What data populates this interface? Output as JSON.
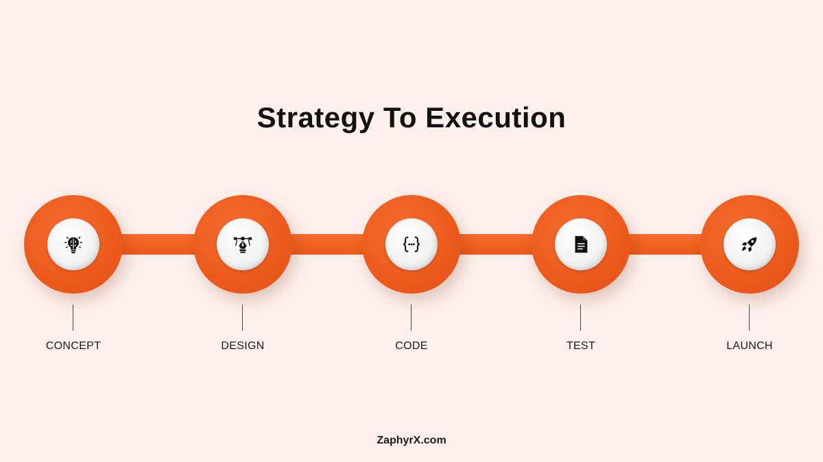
{
  "title": "Strategy To Execution",
  "footer": "ZaphyrX.com",
  "accent_color": "#ec5a1c",
  "steps": [
    {
      "label": "CONCEPT",
      "icon": "lightbulb-brain-icon"
    },
    {
      "label": "DESIGN",
      "icon": "pen-tool-icon"
    },
    {
      "label": "CODE",
      "icon": "code-braces-icon"
    },
    {
      "label": "TEST",
      "icon": "document-icon"
    },
    {
      "label": "LAUNCH",
      "icon": "rocket-icon"
    }
  ]
}
